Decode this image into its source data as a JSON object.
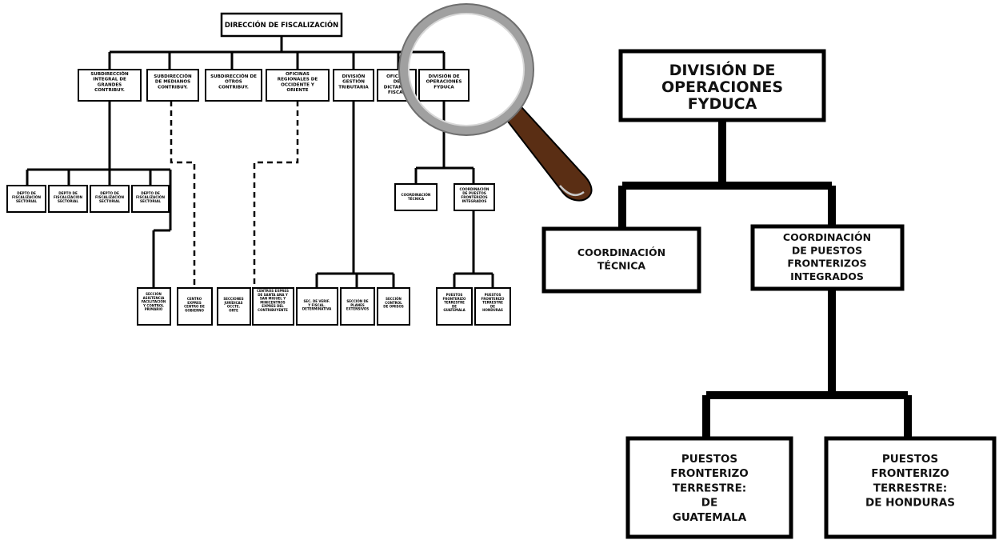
{
  "left_chart": {
    "root": "DIRECCIÓN DE FISCALIZACIÓN",
    "level1": [
      "SUBDIRECCIÓN INTEGRAL DE GRANDES CONTRIBUY.",
      "SUBDIRECCIÓN DE MEDIANOS CONTRIBUY.",
      "SUBDIRECCIÓN DE OTROS CONTRIBUY.",
      "OFICINAS REGIONALES DE OCCIDENTE Y ORIENTE",
      "DIVISIÓN GESTIÓN TRIBUTARIA",
      "OFICINA DE DICTAMEN FISCAL",
      "DIVISIÓN DE OPERACIONES FYDUCA"
    ],
    "deptos": [
      "DEPTO DE FISCALIZACIÓN SECTORIAL",
      "DEPTO DE FISCALIZACIÓN SECTORIAL",
      "DEPTO DE FISCALIZACIÓN SECTORIAL",
      "DEPTO DE FISCALIZACIÓN SECTORIAL"
    ],
    "fyduca_children": [
      "COORDINACIÓN TÉCNICA",
      "COORDINACIÓN DE PUESTOS FRONTERIZOS INTEGRADOS"
    ],
    "bottom": [
      "SECCIÓN ASISTENCIA FACILITACIÓN Y CONTROL PRIMARIO",
      "CENTRO EXPRES CENTRO DE GOBIERNO",
      "SECCIONES JURÍDICAS OCCTE. ORTE",
      "CENTROS EXPRES DE SANTA ANA Y SAN MIGUEL Y MINICENTROS EXPRES DEL CONTRIBUYENTE",
      "SEC. DE VERIF. Y FISCAL. DETERMINATIVA",
      "SECCIÓN DE PLANES EXTENSIVOS",
      "SECCIÓN CONTROL DE OMISOS",
      "PUESTOS FRONTERIZO TERRESTRE DE GUATEMALA",
      "PUESTOS FRONTERIZO TERRESTRE DE HONDURAS"
    ]
  },
  "right_chart": {
    "root": "DIVISIÓN DE OPERACIONES FYDUCA",
    "coord_tecnica": "COORDINACIÓN TÉCNICA",
    "coord_puestos": "COORDINACIÓN DE PUESTOS FRONTERIZOS INTEGRADOS",
    "guatemala": "PUESTOS FRONTERIZO TERRESTRE: DE GUATEMALA",
    "honduras": "PUESTOS FRONTERIZO TERRESTRE: DE HONDURAS"
  },
  "colors": {
    "line": "#000000",
    "box_fill": "#ffffff",
    "lens_rim": "#9a9a9a",
    "handle": "#5a2e14"
  },
  "icons": [
    "magnifying-glass-icon"
  ]
}
